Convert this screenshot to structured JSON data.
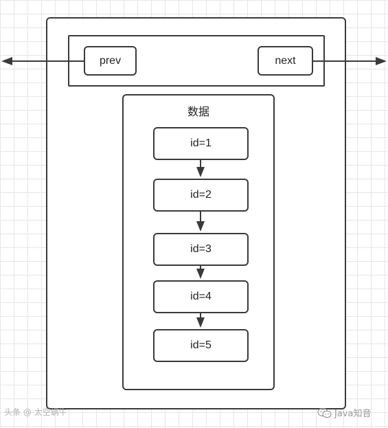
{
  "pointers": {
    "prev_label": "prev",
    "next_label": "next"
  },
  "data_block": {
    "title": "数据",
    "records": [
      "id=1",
      "id=2",
      "id=3",
      "id=4",
      "id=5"
    ]
  },
  "watermarks": {
    "left": "头条 @ 太空蜗牛",
    "right": "Java知音",
    "right_icon": "wechat-icon"
  },
  "colors": {
    "stroke": "#3a3a3a",
    "grid": "#e6e6e6",
    "background": "#ffffff"
  }
}
